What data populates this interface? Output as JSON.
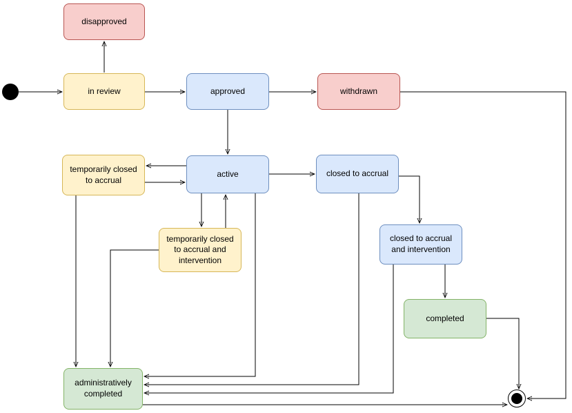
{
  "diagram": {
    "title": "protocol state diagram",
    "palette": {
      "yellow": {
        "fill": "#fff2cc",
        "stroke": "#d6b656"
      },
      "blue": {
        "fill": "#dae8fc",
        "stroke": "#6c8ebf"
      },
      "red": {
        "fill": "#f8cecc",
        "stroke": "#b85450"
      },
      "green": {
        "fill": "#d5e8d4",
        "stroke": "#82b366"
      },
      "line": "#000000"
    },
    "nodes": [
      {
        "id": "disapproved",
        "label": "disapproved",
        "color": "red",
        "fill": "#f8cecc",
        "stroke": "#b85450"
      },
      {
        "id": "in-review",
        "label": "in review",
        "color": "yellow",
        "fill": "#fff2cc",
        "stroke": "#d6b656"
      },
      {
        "id": "approved",
        "label": "approved",
        "color": "blue",
        "fill": "#dae8fc",
        "stroke": "#6c8ebf"
      },
      {
        "id": "withdrawn",
        "label": "withdrawn",
        "color": "red",
        "fill": "#f8cecc",
        "stroke": "#b85450"
      },
      {
        "id": "temporarily-closed-to-accrual",
        "label": "temporarily closed to accrual",
        "color": "yellow",
        "fill": "#fff2cc",
        "stroke": "#d6b656"
      },
      {
        "id": "active",
        "label": "active",
        "color": "blue",
        "fill": "#dae8fc",
        "stroke": "#6c8ebf"
      },
      {
        "id": "closed-to-accrual",
        "label": "closed to accrual",
        "color": "blue",
        "fill": "#dae8fc",
        "stroke": "#6c8ebf"
      },
      {
        "id": "temporarily-closed-to-accrual-and-intervention",
        "label": "temporarily closed to accrual and intervention",
        "color": "yellow",
        "fill": "#fff2cc",
        "stroke": "#d6b656"
      },
      {
        "id": "closed-to-accrual-and-intervention",
        "label": "closed to accrual and intervention",
        "color": "blue",
        "fill": "#dae8fc",
        "stroke": "#6c8ebf"
      },
      {
        "id": "completed",
        "label": "completed",
        "color": "green",
        "fill": "#d5e8d4",
        "stroke": "#82b366"
      },
      {
        "id": "administratively-completed",
        "label": "administratively completed",
        "color": "green",
        "fill": "#d5e8d4",
        "stroke": "#82b366"
      }
    ],
    "pseudo_states": [
      {
        "id": "initial",
        "kind": "initial-state"
      },
      {
        "id": "final",
        "kind": "final-state"
      }
    ],
    "edges": [
      {
        "from": "initial",
        "to": "in-review"
      },
      {
        "from": "in-review",
        "to": "disapproved"
      },
      {
        "from": "in-review",
        "to": "approved"
      },
      {
        "from": "approved",
        "to": "withdrawn"
      },
      {
        "from": "approved",
        "to": "active"
      },
      {
        "from": "active",
        "to": "temporarily-closed-to-accrual"
      },
      {
        "from": "temporarily-closed-to-accrual",
        "to": "active"
      },
      {
        "from": "active",
        "to": "closed-to-accrual"
      },
      {
        "from": "active",
        "to": "temporarily-closed-to-accrual-and-intervention"
      },
      {
        "from": "temporarily-closed-to-accrual-and-intervention",
        "to": "active"
      },
      {
        "from": "closed-to-accrual",
        "to": "closed-to-accrual-and-intervention"
      },
      {
        "from": "closed-to-accrual-and-intervention",
        "to": "completed"
      },
      {
        "from": "completed",
        "to": "final"
      },
      {
        "from": "withdrawn",
        "to": "final"
      },
      {
        "from": "temporarily-closed-to-accrual",
        "to": "administratively-completed"
      },
      {
        "from": "temporarily-closed-to-accrual-and-intervention",
        "to": "administratively-completed"
      },
      {
        "from": "active",
        "to": "administratively-completed"
      },
      {
        "from": "closed-to-accrual",
        "to": "administratively-completed"
      },
      {
        "from": "closed-to-accrual-and-intervention",
        "to": "administratively-completed"
      },
      {
        "from": "administratively-completed",
        "to": "final"
      }
    ]
  }
}
